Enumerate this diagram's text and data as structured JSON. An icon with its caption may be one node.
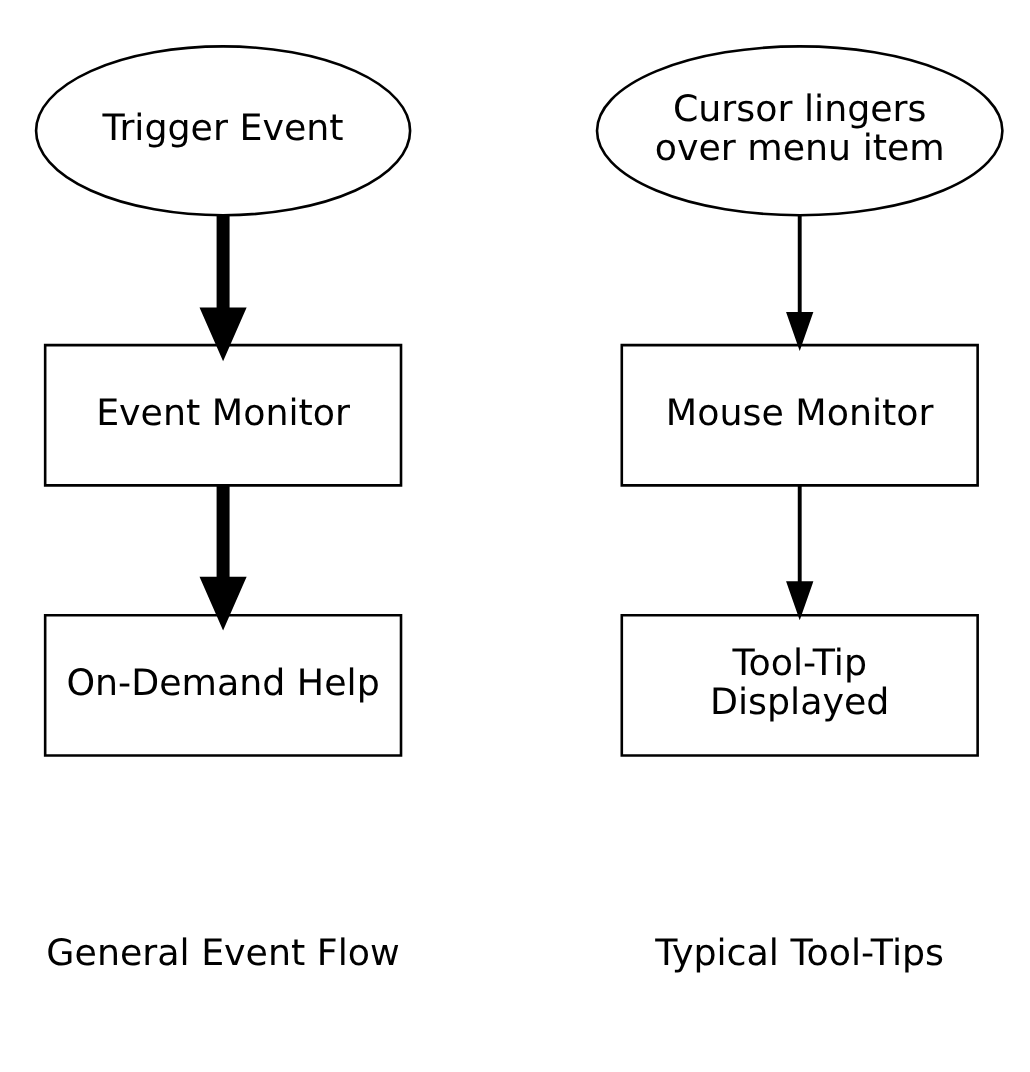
{
  "diagram": {
    "nodes": [
      {
        "text": [
          "Trigger Event"
        ]
      },
      {
        "text": [
          "Event Monitor"
        ]
      },
      {
        "text": [
          "On-Demand Help"
        ]
      },
      {
        "text": [
          "Cursor lingers over menu item"
        ]
      },
      {
        "text": [
          "Mouse Monitor"
        ]
      },
      {
        "text": [
          "Tool-Tip Displayed"
        ]
      }
    ],
    "edges": [
      {
        "from": 0,
        "to": 1,
        "arrow": "to",
        "style": "thick"
      },
      {
        "from": 1,
        "to": 2,
        "arrow": "to",
        "style": "thick"
      },
      {
        "from": 3,
        "to": 4,
        "arrow": "to"
      },
      {
        "from": 4,
        "to": 5,
        "arrow": "to"
      }
    ],
    "labels": [
      "General Event Flow",
      "Typical Tool-Tips"
    ]
  }
}
